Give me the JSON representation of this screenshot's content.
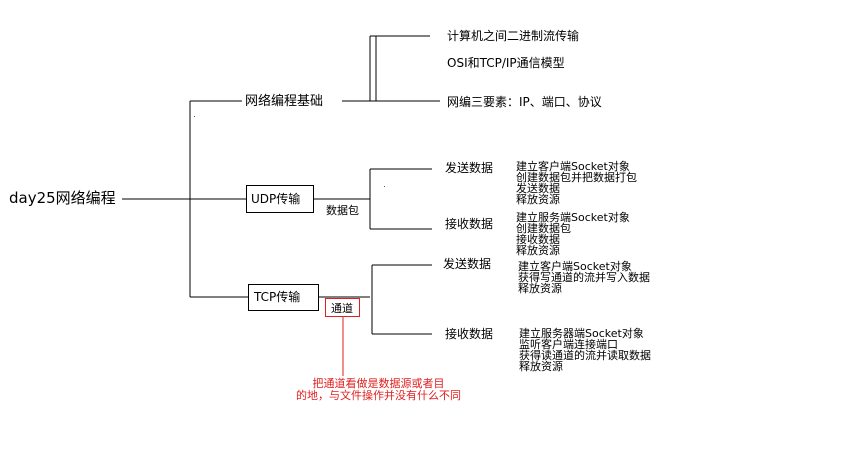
{
  "root": {
    "label": "day25网络编程"
  },
  "branches": {
    "basics": {
      "label": "网络编程基础",
      "items": [
        "计算机之间二进制流传输",
        "OSI和TCP/IP通信模型",
        "网编三要素：IP、端口、协议"
      ]
    },
    "udp": {
      "label": "UDP传输",
      "edge_label": "数据包",
      "send": {
        "label": "发送数据",
        "steps": [
          "建立客户端Socket对象",
          "创建数据包并把数据打包",
          "发送数据",
          "释放资源"
        ]
      },
      "recv": {
        "label": "接收数据",
        "steps": [
          "建立服务端Socket对象",
          "创建数据包",
          "接收数据",
          "释放资源"
        ]
      }
    },
    "tcp": {
      "label": "TCP传输",
      "edge_label": "通道",
      "send": {
        "label": "发送数据",
        "steps": [
          "建立客户端Socket对象",
          "获得写通道的流并写入数据",
          "释放资源"
        ]
      },
      "recv": {
        "label": "接收数据",
        "steps": [
          "建立服务器端Socket对象",
          "监听客户端连接端口",
          "获得读通道的流并读取数据",
          "释放资源"
        ]
      },
      "note": [
        "把通道看做是数据源或者目",
        "的地，与文件操作并没有什么不同"
      ]
    }
  },
  "colors": {
    "line": "#000000",
    "accent": "#e02020"
  }
}
